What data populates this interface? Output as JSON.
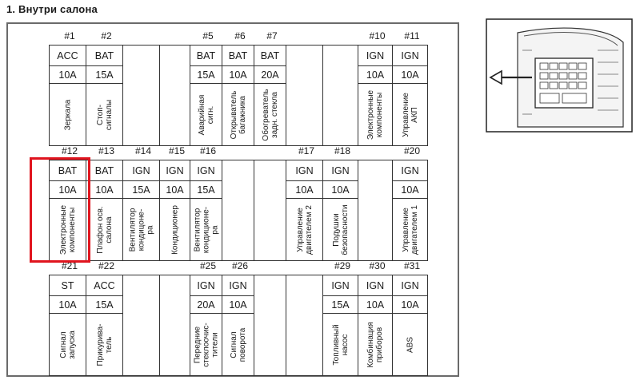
{
  "heading": "1.  Внутри салона",
  "rows": [
    {
      "numbers": [
        "#1",
        "#2",
        "",
        "",
        "#5",
        "#6",
        "#7",
        "",
        "",
        "#10",
        "#11"
      ],
      "types": [
        "ACC",
        "BAT",
        "",
        "",
        "BAT",
        "BAT",
        "BAT",
        "",
        "",
        "IGN",
        "IGN"
      ],
      "amps": [
        "10A",
        "15A",
        "",
        "",
        "15A",
        "10A",
        "20A",
        "",
        "",
        "10A",
        "10A"
      ],
      "labels": [
        "Зеркала",
        "Стоп-\nсигналы",
        "",
        "",
        "Аварийная\nсигн.",
        "Открыватель\nбагажника",
        "Обогреватель\nзадн. стекла",
        "",
        "",
        "Электронные\nкомпоненты",
        "Управление\nАКП"
      ]
    },
    {
      "numbers": [
        "#12",
        "#13",
        "#14",
        "#15",
        "#16",
        "",
        "",
        "#17",
        "#18",
        "",
        "#20"
      ],
      "types": [
        "BAT",
        "BAT",
        "IGN",
        "IGN",
        "IGN",
        "",
        "",
        "IGN",
        "IGN",
        "",
        "IGN"
      ],
      "amps": [
        "10A",
        "10A",
        "15A",
        "10A",
        "15A",
        "",
        "",
        "10A",
        "10A",
        "",
        "10A"
      ],
      "labels": [
        "Электронные\nкомпоненты",
        "Плафон осв.\nсалона",
        "Вентилятор\nкондицоне-\nра",
        "Кондиционер",
        "Вентилятор\nкондиционе-\nра",
        "",
        "",
        "Управление\nдвигателем 2",
        "Подушки\nбезопасности",
        "",
        "Управление\nдвигателем 1"
      ]
    },
    {
      "numbers": [
        "#21",
        "#22",
        "",
        "",
        "#25",
        "#26",
        "",
        "",
        "#29",
        "#30",
        "#31"
      ],
      "types": [
        "ST",
        "ACC",
        "",
        "",
        "IGN",
        "IGN",
        "",
        "",
        "IGN",
        "IGN",
        "IGN"
      ],
      "amps": [
        "10A",
        "15A",
        "",
        "",
        "20A",
        "10A",
        "",
        "",
        "15A",
        "10A",
        "10A"
      ],
      "labels": [
        "Сигнал\nзапуска",
        "Прикурива-\nтель",
        "",
        "",
        "Передние\nстеклоочис-\nтители",
        "Сигнал\nповорота",
        "",
        "",
        "Топливный\nнасос",
        "Комбинация\nприборов",
        "ABS"
      ]
    }
  ],
  "colors": {
    "highlight": "#e0141e",
    "border": "#333333"
  }
}
